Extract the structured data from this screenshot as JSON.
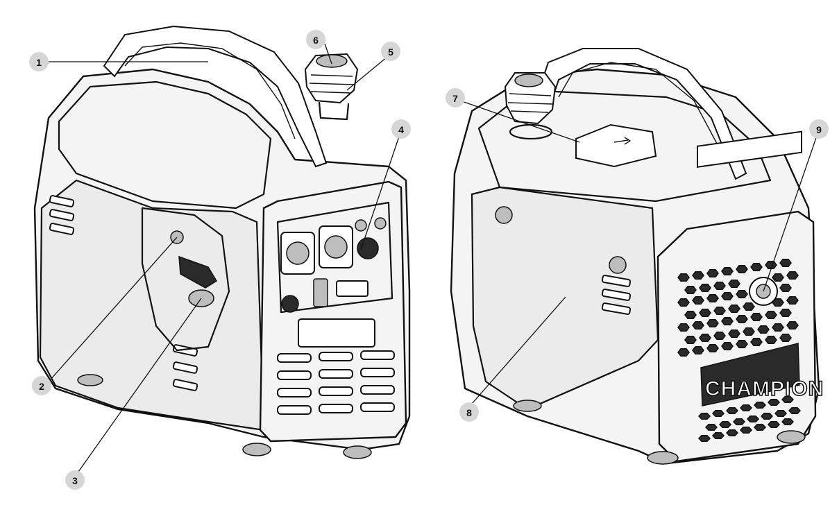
{
  "callouts": [
    {
      "id": "1",
      "label": "1"
    },
    {
      "id": "2",
      "label": "2"
    },
    {
      "id": "3",
      "label": "3"
    },
    {
      "id": "4",
      "label": "4"
    },
    {
      "id": "5",
      "label": "5"
    },
    {
      "id": "6",
      "label": "6"
    },
    {
      "id": "7",
      "label": "7"
    },
    {
      "id": "8",
      "label": "8"
    },
    {
      "id": "9",
      "label": "9"
    }
  ],
  "brand": {
    "name": "CHAMPION"
  }
}
